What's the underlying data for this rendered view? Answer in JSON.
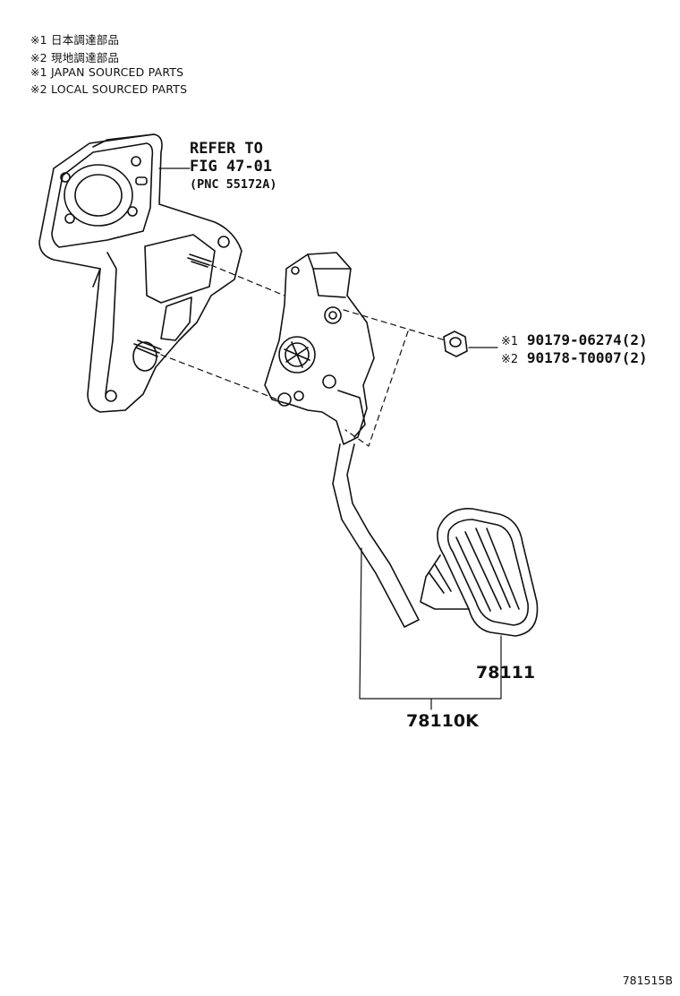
{
  "notes": [
    "※1 日本調達部品",
    "※2 現地調達部品",
    "※1 JAPAN SOURCED PARTS",
    "※2 LOCAL SOURCED PARTS"
  ],
  "refer": {
    "line1": "REFER TO",
    "line2": "FIG 47-01",
    "line3": "(PNC 55172A)"
  },
  "nut_parts": [
    {
      "mark": "※1",
      "part": "90179-06274(2)"
    },
    {
      "mark": "※2",
      "part": "90178-T0007(2)"
    }
  ],
  "pad_part": "78111",
  "assembly_part": "78110K",
  "diagram_code": "781515B"
}
